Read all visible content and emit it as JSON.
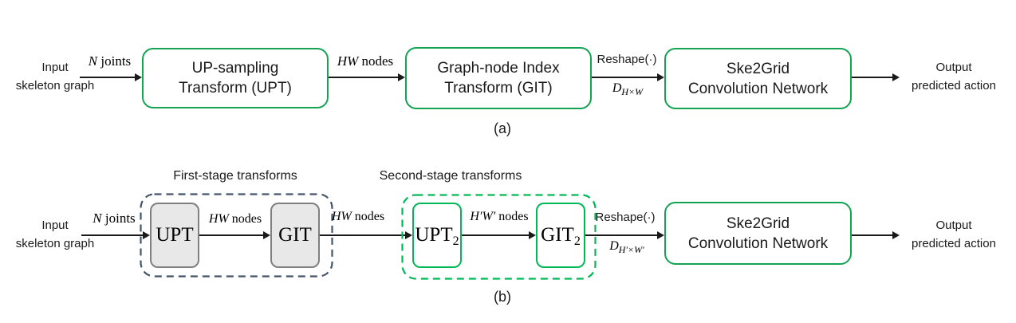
{
  "colors": {
    "green": "#12A452",
    "green2": "#00B956",
    "slate": "#44546A",
    "grayline": "#7F7F7F",
    "grayfill": "#E8E8E8",
    "ink": "#1A1A1A"
  },
  "row_a": {
    "caption": "(a)",
    "input": {
      "line1": "Input",
      "line2": "skeleton graph"
    },
    "n_joints": {
      "var": "N",
      "word": " joints"
    },
    "upt_box": {
      "line1": "UP-sampling",
      "line2": "Transform (UPT)"
    },
    "hw_nodes": {
      "var": "HW",
      "word": " nodes"
    },
    "git_box": {
      "line1": "Graph-node Index",
      "line2": "Transform (GIT)"
    },
    "reshape": "Reshape(·)",
    "d_tensor": {
      "base": "D",
      "sub": "H×W"
    },
    "ske2grid_box": {
      "line1": "Ske2Grid",
      "line2": "Convolution Network"
    },
    "output": {
      "line1": "Output",
      "line2": "predicted action"
    }
  },
  "row_b": {
    "caption": "(b)",
    "input": {
      "line1": "Input",
      "line2": "skeleton graph"
    },
    "n_joints": {
      "var": "N",
      "word": " joints"
    },
    "first_stage_label": "First-stage transforms",
    "second_stage_label": "Second-stage transforms",
    "upt_small": "UPT",
    "hw_nodes_inner": {
      "var": "HW",
      "word": " nodes"
    },
    "git_small": "GIT",
    "hw_nodes_mid": {
      "var": "HW",
      "word": " nodes"
    },
    "upt2_small": {
      "base": "UPT",
      "sub": "2"
    },
    "hpwp_nodes": {
      "var": "H′W′",
      "word": " nodes"
    },
    "git2_small": {
      "base": "GIT",
      "sub": "2"
    },
    "reshape": "Reshape(·)",
    "d_tensor": {
      "base": "D",
      "sub": "H′×W′"
    },
    "ske2grid_box": {
      "line1": "Ske2Grid",
      "line2": "Convolution Network"
    },
    "output": {
      "line1": "Output",
      "line2": "predicted action"
    }
  }
}
